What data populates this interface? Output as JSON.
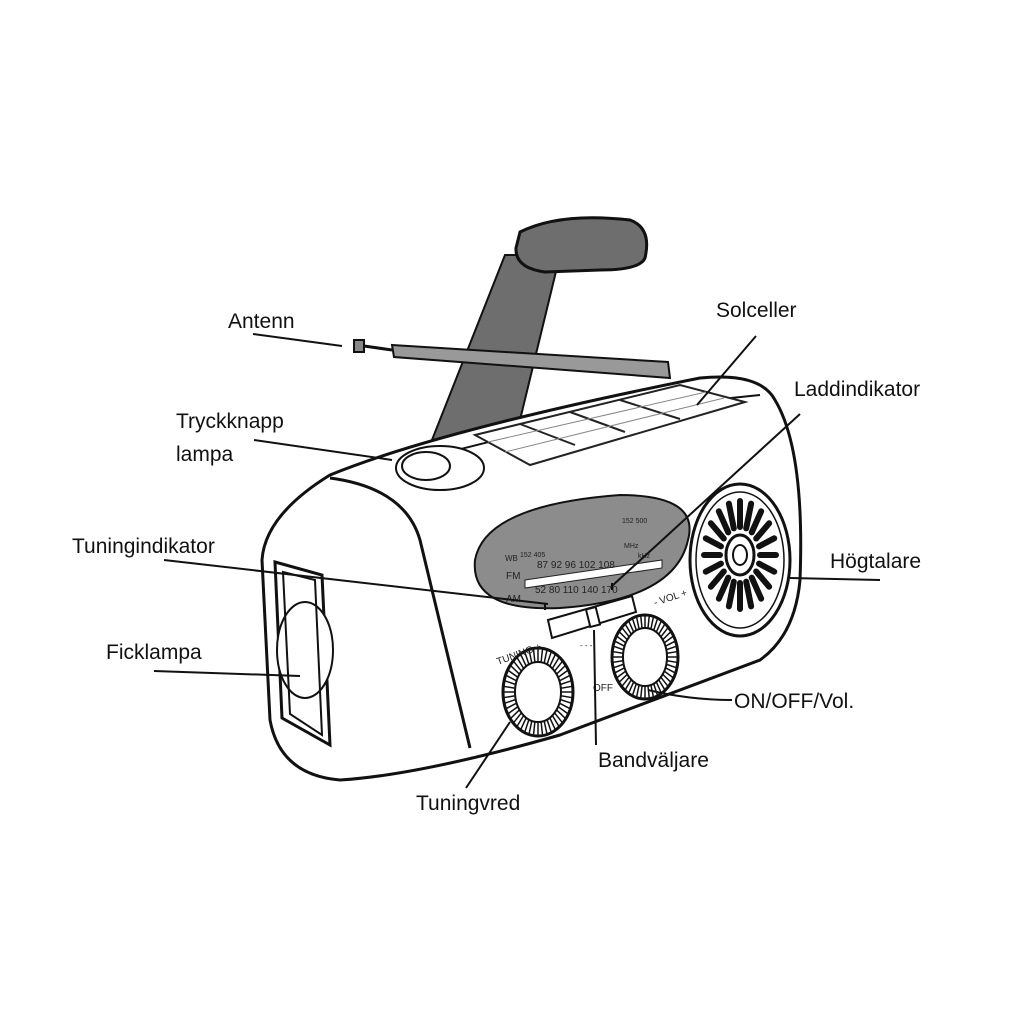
{
  "labels": {
    "antenn": "Antenn",
    "solceller": "Solceller",
    "laddindikator": "Laddindikator",
    "tryckknapp_line1": "Tryckknapp",
    "tryckknapp_line2": "lampa",
    "tuningindikator": "Tuningindikator",
    "hogtalare": "Högtalare",
    "ficklampa": "Ficklampa",
    "on_off_vol": "ON/OFF/Vol.",
    "bandvaljare": "Bandväljare",
    "tuningvred": "Tuningvred"
  },
  "dial": {
    "wb_label": "WB",
    "wb_values_left": "152 405",
    "wb_values_right": "152 500",
    "fm_label": "FM",
    "fm_values": "87  92  96  102  108",
    "fm_unit": "MHz",
    "am_label": "AM",
    "am_values": "52  80  110  140  170",
    "am_unit": "kHz"
  },
  "device_text": {
    "tuning": "TUNING +",
    "vol": "- VOL +",
    "off": "OFF"
  },
  "colors": {
    "handle": "#6e6e6e",
    "dial_panel": "#8c8c8c",
    "outline": "#111111"
  }
}
